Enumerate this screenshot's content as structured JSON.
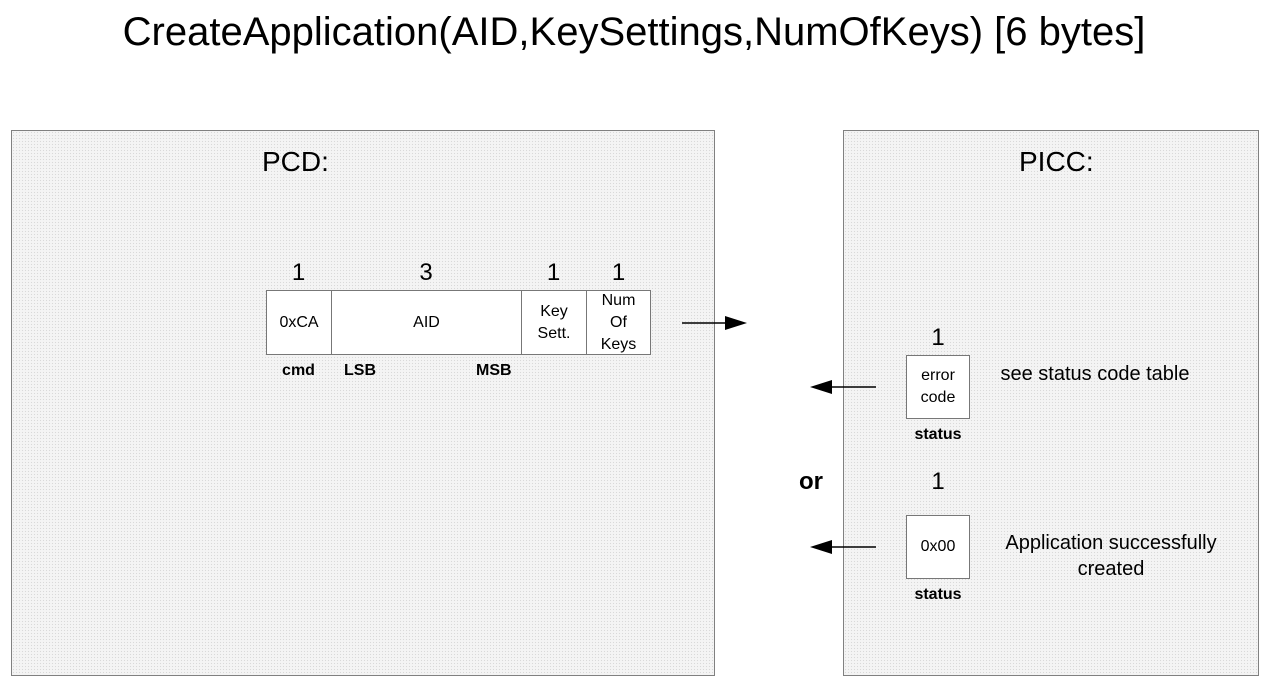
{
  "title": "CreateApplication(AID,KeySettings,NumOfKeys) [6 bytes]",
  "pcd": {
    "label": "PCD:",
    "fields": [
      {
        "size": "1",
        "text": "0xCA"
      },
      {
        "size": "3",
        "text": "AID"
      },
      {
        "size": "1",
        "text": "Key Sett."
      },
      {
        "size": "1",
        "text": "Num Of Keys"
      }
    ],
    "labels": {
      "cmd": "cmd",
      "lsb": "LSB",
      "msb": "MSB"
    }
  },
  "picc": {
    "label": "PICC:",
    "error": {
      "size": "1",
      "text": "error code",
      "label": "status",
      "note": "see status code table"
    },
    "or_text": "or",
    "success": {
      "size": "1",
      "text": "0x00",
      "label": "status",
      "note": "Application successfully created"
    }
  }
}
